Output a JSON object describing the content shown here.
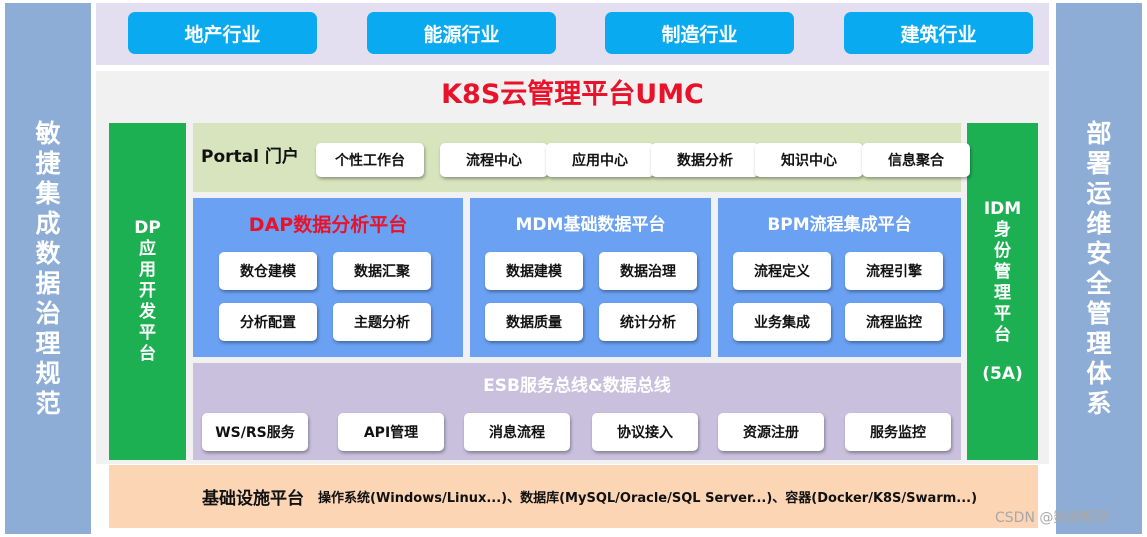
{
  "left_column": {
    "text": "敏捷集成数据治理规范"
  },
  "right_column": {
    "text": "部署运维安全管理体系"
  },
  "industries": [
    "地产行业",
    "能源行业",
    "制造行业",
    "建筑行业"
  ],
  "platform_title": "K8S云管理平台UMC",
  "dp_column": {
    "head": "DP",
    "text": "应用开发平台"
  },
  "idm_column": {
    "head": "IDM",
    "text": "身份管理平台",
    "sub": "(5A)"
  },
  "portal": {
    "label": "Portal 门户",
    "items": [
      "个性工作台",
      "流程中心",
      "应用中心",
      "数据分析",
      "知识中心",
      "信息聚合"
    ]
  },
  "sub_platforms": [
    {
      "title": "DAP数据分析平台",
      "title_color": "#e8132a",
      "items": [
        "数仓建模",
        "数据汇聚",
        "分析配置",
        "主题分析"
      ]
    },
    {
      "title": "MDM基础数据平台",
      "title_color": "#ffffff",
      "items": [
        "数据建模",
        "数据治理",
        "数据质量",
        "统计分析"
      ]
    },
    {
      "title": "BPM流程集成平台",
      "title_color": "#ffffff",
      "items": [
        "流程定义",
        "流程引擎",
        "业务集成",
        "流程监控"
      ]
    }
  ],
  "esb": {
    "title": "ESB服务总线&数据总线",
    "items": [
      "WS/RS服务",
      "API管理",
      "消息流程",
      "协议接入",
      "资源注册",
      "服务监控"
    ]
  },
  "infrastructure": {
    "label": "基础设施平台",
    "desc": "操作系统(Windows/Linux...)、数据库(MySQL/Oracle/SQL Server...)、容器(Docker/K8S/Swarm...)"
  },
  "watermark": "CSDN @数通畅联",
  "colors": {
    "side_blue": "#8eadd6",
    "industry_blue": "#0aaaf0",
    "green": "#1db053",
    "portal_green": "#d7e4bd",
    "panel_blue": "#6aa1f3",
    "esb_purple": "#c8c0dd",
    "infra_orange": "#fcd5b5",
    "title_red": "#e8132a"
  }
}
